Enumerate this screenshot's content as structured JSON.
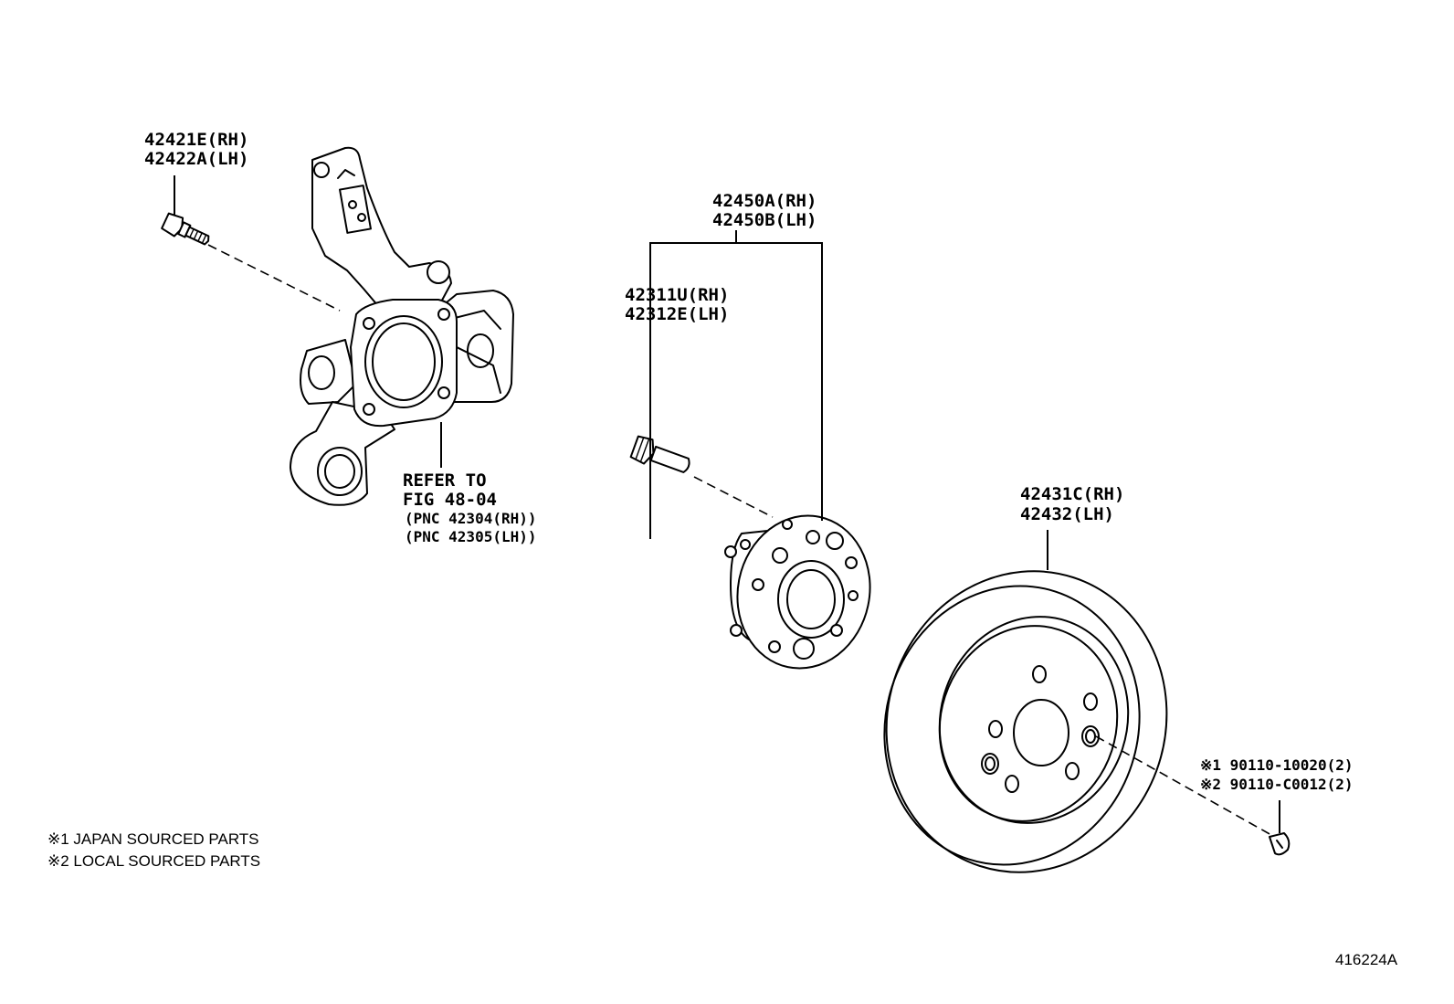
{
  "labels": {
    "knuckle_bolt": [
      "42421E(RH)",
      "42422A(LH)"
    ],
    "hub_assembly": [
      "42450A(RH)",
      "42450B(LH)"
    ],
    "hub_bolt": [
      "42311U(RH)",
      "42312E(LH)"
    ],
    "refer": [
      "REFER TO",
      "FIG 48-04",
      "(PNC 42304(RH))",
      "(PNC 42305(LH))"
    ],
    "disc": [
      "42431C(RH)",
      "42432(LH)"
    ],
    "screw": [
      "※1 90110-10020(2)",
      "※2 90110-C0012(2)"
    ]
  },
  "notes": [
    "※1 JAPAN SOURCED PARTS",
    "※2 LOCAL SOURCED PARTS"
  ],
  "illustration_id": "416224A"
}
